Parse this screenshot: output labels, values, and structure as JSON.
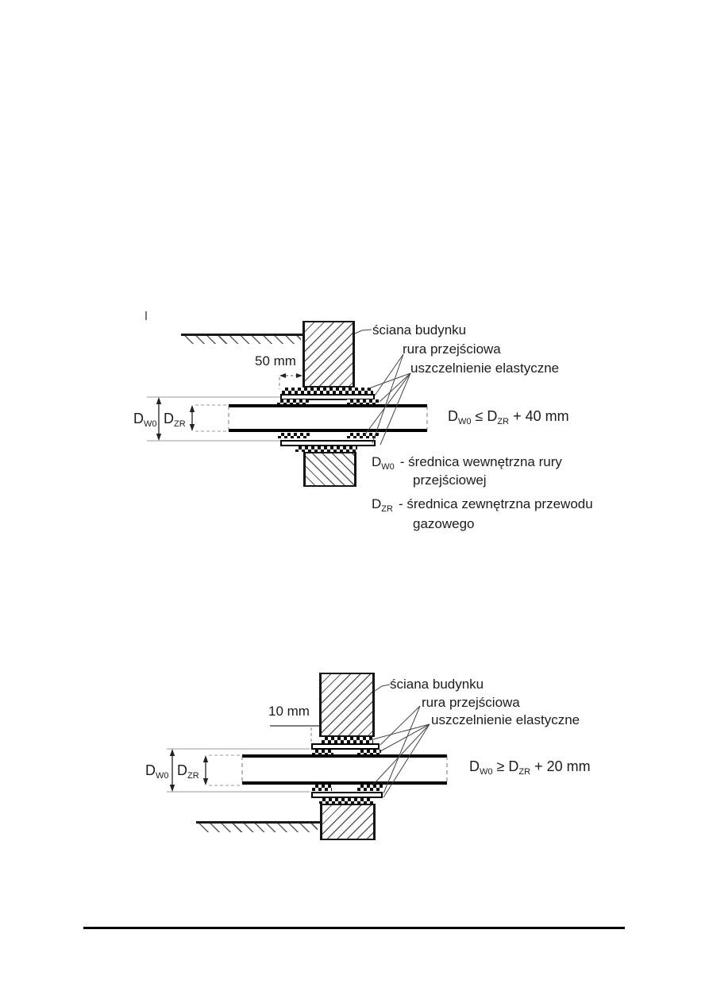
{
  "diagram_top": {
    "labels": {
      "wall": "ściana budynku",
      "sleeve": "rura przejściowa",
      "seal": "uszczelnienie elastyczne"
    },
    "dim_offset": "50 mm",
    "dim_outer": {
      "base": "D",
      "sub": "W0"
    },
    "dim_inner": {
      "base": "D",
      "sub": "ZR"
    },
    "formula": {
      "lhs_base": "D",
      "lhs_sub": "W0",
      "op": "≤",
      "rhs_base": "D",
      "rhs_sub": "ZR",
      "tail": "+ 40 mm"
    },
    "legend": [
      {
        "base": "D",
        "sub": "W0",
        "text": "- średnica wewnętrzna rury",
        "text2": "przejściowej"
      },
      {
        "base": "D",
        "sub": "ZR",
        "text": "- średnica zewnętrzna przewodu",
        "text2": "gazowego"
      }
    ]
  },
  "diagram_bottom": {
    "labels": {
      "wall": "ściana budynku",
      "sleeve": "rura przejściowa",
      "seal": "uszczelnienie elastyczne"
    },
    "dim_offset": "10 mm",
    "dim_outer": {
      "base": "D",
      "sub": "W0"
    },
    "dim_inner": {
      "base": "D",
      "sub": "ZR"
    },
    "formula": {
      "lhs_base": "D",
      "lhs_sub": "W0",
      "op": "≥",
      "rhs_base": "D",
      "rhs_sub": "ZR",
      "tail": "+ 20 mm"
    }
  }
}
